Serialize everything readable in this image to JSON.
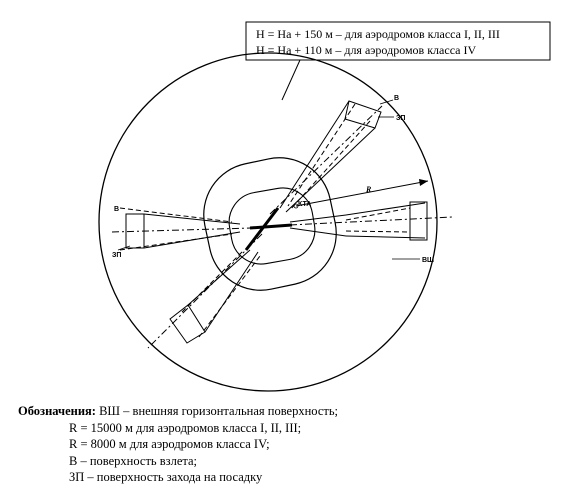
{
  "formula_box": {
    "line1": "H = На + 150 м – для аэродромов класса I, II, III",
    "line2": "H = На + 110 м – для аэродромов класса IV"
  },
  "diagram_labels": {
    "takeoff_top": "В",
    "approach_top": "ЗП",
    "takeoff_left": "В",
    "approach_left": "ЗП",
    "radius": "R",
    "kta": "КТА",
    "outer_surface": "ВШ"
  },
  "legend": {
    "title": "Обозначения:",
    "line1": " ВШ – внешняя горизонтальная поверхность;",
    "line2": "R = 15000 м для аэродромов класса I, II, III;",
    "line3": "R = 8000 м для аэродромов класса IV;",
    "line4": "В – поверхность взлета;",
    "line5": "ЗП – поверхность захода на посадку"
  }
}
